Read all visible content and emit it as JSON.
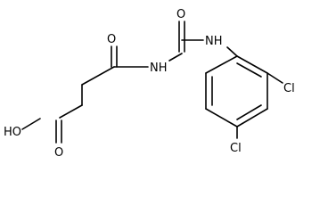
{
  "molecule": {
    "atoms": {
      "ho": "HO",
      "acid_carbonyl_o": "O",
      "imide_carbonyl_o": "O",
      "urea_carbonyl_o": "O",
      "imide_nh": "NH",
      "aryl_nh": "NH",
      "cl_meta": "Cl",
      "cl_para": "Cl"
    }
  },
  "colors": {
    "ink": "#000000",
    "background": "#ffffff"
  }
}
